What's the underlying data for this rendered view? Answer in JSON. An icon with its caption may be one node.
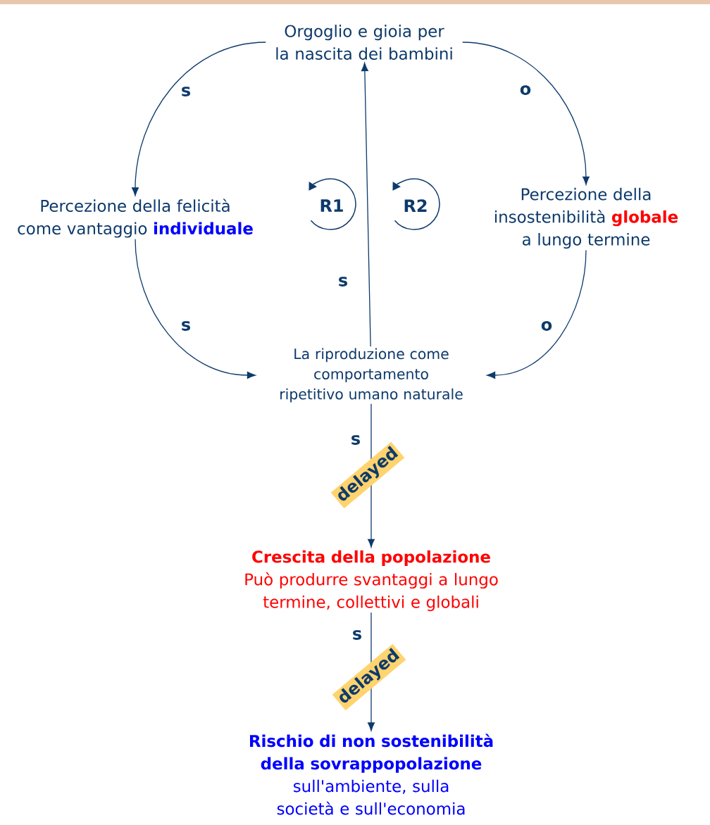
{
  "diagram": {
    "nodes": [
      {
        "text": [
          "Orgoglio e gioia per la nascita dei bambini"
        ]
      },
      {
        "text": [
          "Percezione della felicità come vantaggio **individuale**"
        ]
      },
      {
        "text": [
          "Percezione della insostenibilità **globale** a lungo termine"
        ]
      },
      {
        "text": [
          "La riproduzione come comportamento ripetitivo umano naturale"
        ]
      },
      {
        "text": [
          "Crescita della popolazione",
          "Può produrre svantaggi a lungo termine, collettivi e globali"
        ]
      },
      {
        "text": [
          "Rischio di non sostenibilità della sovrappopolazione",
          "sull'ambiente, sulla società e sull'economia"
        ]
      }
    ],
    "edges": [
      {
        "from": 0,
        "to": 1,
        "arrow": "to",
        "label": "s"
      },
      {
        "from": 0,
        "to": 2,
        "arrow": "to",
        "label": "o"
      },
      {
        "from": 3,
        "to": 0,
        "arrow": "to",
        "label": "s"
      },
      {
        "from": 1,
        "to": 3,
        "arrow": "to",
        "label": "s"
      },
      {
        "from": 2,
        "to": 3,
        "arrow": "to",
        "label": "o"
      },
      {
        "from": 3,
        "to": 4,
        "arrow": "to",
        "label": "s"
      },
      {
        "from": 4,
        "to": 5,
        "arrow": "to",
        "label": "s"
      }
    ],
    "labels": [
      "R1",
      "R2",
      "delayed",
      "delayed"
    ]
  }
}
